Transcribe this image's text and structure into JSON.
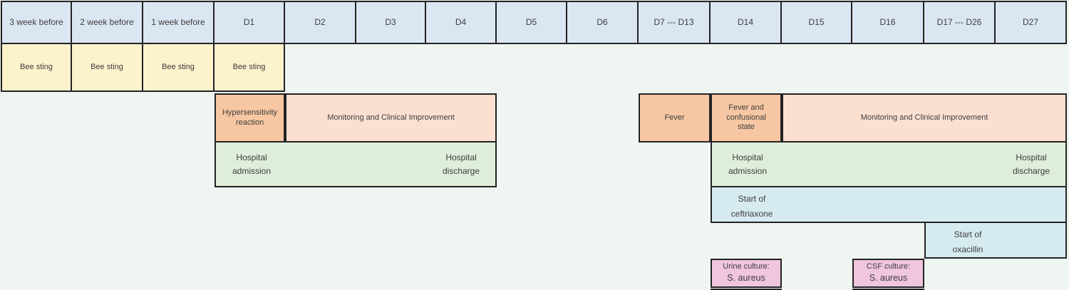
{
  "header": {
    "columns": [
      "3 week before",
      "2 week before",
      "1 week before",
      "D1",
      "D2",
      "D3",
      "D4",
      "D5",
      "D6",
      "D7 --- D13",
      "D14",
      "D15",
      "D16",
      "D17 --- D26",
      "D27"
    ]
  },
  "sting_row": {
    "cells": [
      "Bee sting",
      "Bee sting",
      "Bee sting",
      "Bee sting"
    ]
  },
  "events": {
    "hypersensitivity": "Hypersensitivity reaction",
    "monitoring_left": "Monitoring and Clinical Improvement",
    "fever": "Fever",
    "fever_confusional": "Fever and confusional state",
    "monitoring_right": "Monitoring and Clinical Improvement",
    "hospital_admission_left": "Hospital admission",
    "hospital_discharge_left": "Hospital discharge",
    "hospital_admission_right": "Hospital admission",
    "hospital_discharge_right": "Hospital discharge",
    "ceftriaxone": "Start of ceftriaxone",
    "oxacillin": "Start of oxacillin",
    "urine_culture_label": "Urine culture:",
    "urine_culture_organism": "S. aureus",
    "csf_culture_label": "CSF culture:",
    "csf_culture_organism": "S. aureus"
  },
  "colors": {
    "background": "#eff6f2",
    "border": "#232323",
    "header_fill": "#dbe6f3",
    "bee_sting_fill": "#fcf2cc",
    "symptom_orange_fill": "#f7c7a3",
    "monitoring_peach_fill": "#fbdfd1",
    "hospital_green_fill": "#dfeeda",
    "antibiotic_blue_fill": "#d6ebf0",
    "culture_pink_fill": "#f0c5de",
    "text": "#3d3d3d"
  }
}
